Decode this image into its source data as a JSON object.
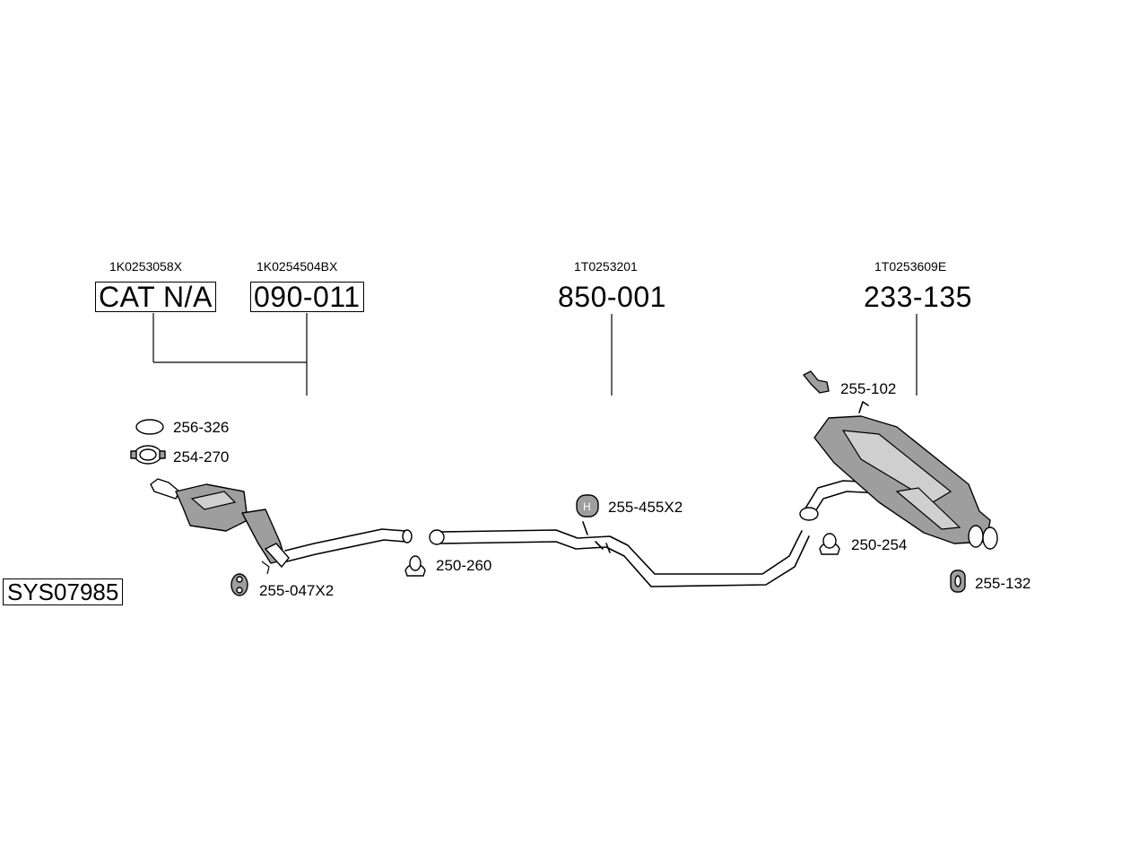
{
  "system_code": "SYS07985",
  "main_parts": [
    {
      "oem": "1K0253058X",
      "part": "CAT N/A"
    },
    {
      "oem": "1K0254504BX",
      "part": "090-011"
    },
    {
      "oem": "1T0253201",
      "part": "850-001"
    },
    {
      "oem": "1T0253609E",
      "part": "233-135"
    }
  ],
  "accessories": {
    "gasket": "256-326",
    "clamp_front": "254-270",
    "hanger_front": "255-047X2",
    "clamp_mid": "250-260",
    "hanger_mid": "255-455X2",
    "bracket_rear": "255-102",
    "clamp_rear": "250-254",
    "hanger_rear": "255-132"
  }
}
